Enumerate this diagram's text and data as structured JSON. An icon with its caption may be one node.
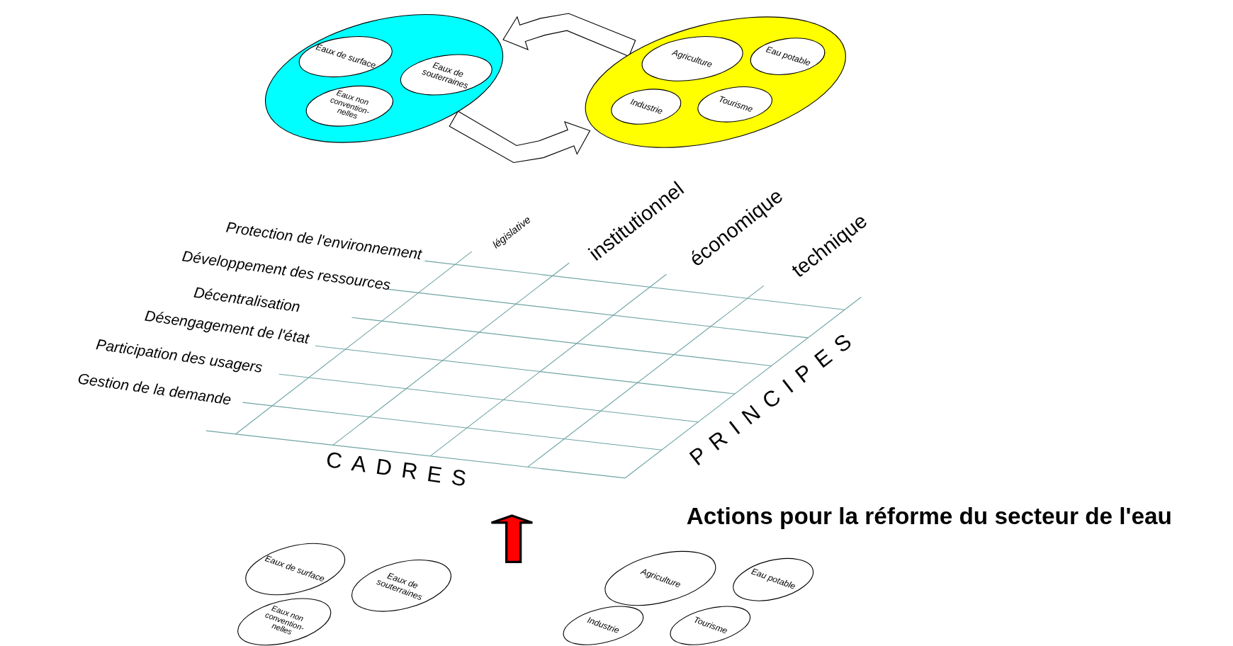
{
  "diagram": {
    "title": "Actions pour la réforme du secteur de l'eau",
    "nodes": [
      {
        "text": [],
        "shape": "ellipse"
      },
      {
        "text": [
          "Eaux de surface"
        ],
        "in": 0
      },
      {
        "text": [
          "Eaux de souterraines"
        ],
        "in": 0
      },
      {
        "text": [
          "Eaux non convention- nelles"
        ],
        "in": 0
      },
      {
        "text": [],
        "shape": "ellipse"
      },
      {
        "text": [
          "Agriculture"
        ],
        "in": 4
      },
      {
        "text": [
          "Eau potable"
        ],
        "in": 4
      },
      {
        "text": [
          "Industrie"
        ],
        "in": 4
      },
      {
        "text": [
          "Tourisme"
        ],
        "in": 4
      },
      {
        "text": [
          "Eaux de surface"
        ]
      },
      {
        "text": [
          "Eaux de souterraines"
        ]
      },
      {
        "text": [
          "Eaux non convention- nelles"
        ]
      },
      {
        "text": [
          "Agriculture"
        ]
      },
      {
        "text": [
          "Eau potable"
        ]
      },
      {
        "text": [
          "Industrie"
        ]
      },
      {
        "text": [
          "Tourisme"
        ]
      }
    ],
    "edges": [
      {
        "from": 4,
        "to": 0,
        "arrow": "to"
      },
      {
        "from": 0,
        "to": 4,
        "arrow": "to"
      }
    ],
    "labels": [
      "Protection de l'environnement",
      "Développement des ressources",
      "Décentralisation",
      "Désengagement de l'état",
      "Participation des usagers",
      "Gestion de la demande",
      "législative",
      "institutionnel",
      "économique",
      "technique",
      "CADRES",
      "PRINCIPES"
    ]
  }
}
